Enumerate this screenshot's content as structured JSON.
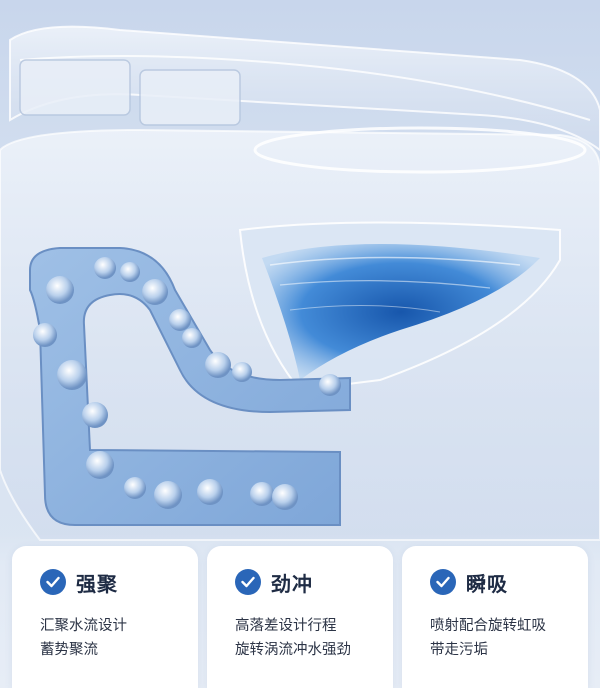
{
  "features": [
    {
      "title": "强聚",
      "line1": "汇聚水流设计",
      "line2": "蓄势聚流",
      "icon": "check-circle-icon"
    },
    {
      "title": "劲冲",
      "line1": "高落差设计行程",
      "line2": "旋转涡流冲水强劲",
      "icon": "check-circle-icon"
    },
    {
      "title": "瞬吸",
      "line1": "喷射配合旋转虹吸",
      "line2": "带走污垢",
      "icon": "check-circle-icon"
    }
  ],
  "colors": {
    "accent": "#2a66b8",
    "water": "#2f7fd0",
    "background": "#d7e2f1"
  }
}
